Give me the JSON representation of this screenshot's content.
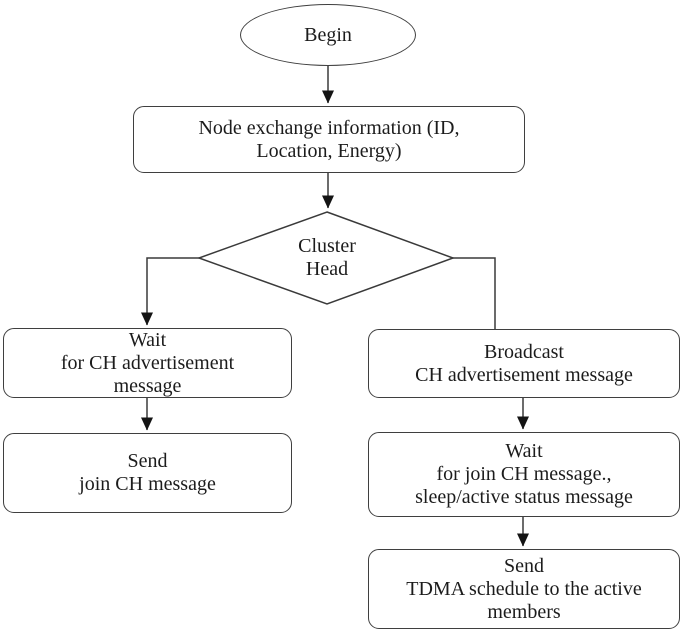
{
  "colors": {
    "background": "#ffffff",
    "line": "#3a3a3a",
    "border": "#3f3f3f",
    "text": "#1c1c1c",
    "arrowhead": "#141414"
  },
  "flowchart": {
    "nodes": {
      "begin": {
        "shape": "ellipse",
        "lines": [
          "Begin"
        ]
      },
      "node_exchange": {
        "shape": "rounded-rect",
        "lines": [
          "Node exchange information (ID,",
          "Location, Energy)"
        ]
      },
      "cluster_head": {
        "shape": "diamond",
        "lines": [
          "Cluster",
          "Head"
        ]
      },
      "wait_ch_advertisement": {
        "shape": "rounded-rect",
        "lines": [
          "Wait",
          "for CH advertisement",
          "message"
        ]
      },
      "send_join_ch": {
        "shape": "rounded-rect",
        "lines": [
          "Send",
          "join CH message"
        ]
      },
      "broadcast_ch_advertisement": {
        "shape": "rounded-rect",
        "lines": [
          "Broadcast",
          "CH advertisement message"
        ]
      },
      "wait_join_ch": {
        "shape": "rounded-rect",
        "lines": [
          "Wait",
          "for join CH message.,",
          "sleep/active status message"
        ]
      },
      "send_tdma": {
        "shape": "rounded-rect",
        "lines": [
          "Send",
          "TDMA schedule to the active",
          "members"
        ]
      }
    },
    "edges": [
      {
        "from": "begin",
        "to": "node_exchange",
        "arrowhead": true
      },
      {
        "from": "node_exchange",
        "to": "cluster_head",
        "arrowhead": true
      },
      {
        "from": "cluster_head",
        "to": "wait_ch_advertisement",
        "arrowhead": true
      },
      {
        "from": "cluster_head",
        "to": "broadcast_ch_advertisement",
        "arrowhead": false
      },
      {
        "from": "wait_ch_advertisement",
        "to": "send_join_ch",
        "arrowhead": true
      },
      {
        "from": "broadcast_ch_advertisement",
        "to": "wait_join_ch",
        "arrowhead": true
      },
      {
        "from": "wait_join_ch",
        "to": "send_tdma",
        "arrowhead": true
      }
    ]
  }
}
